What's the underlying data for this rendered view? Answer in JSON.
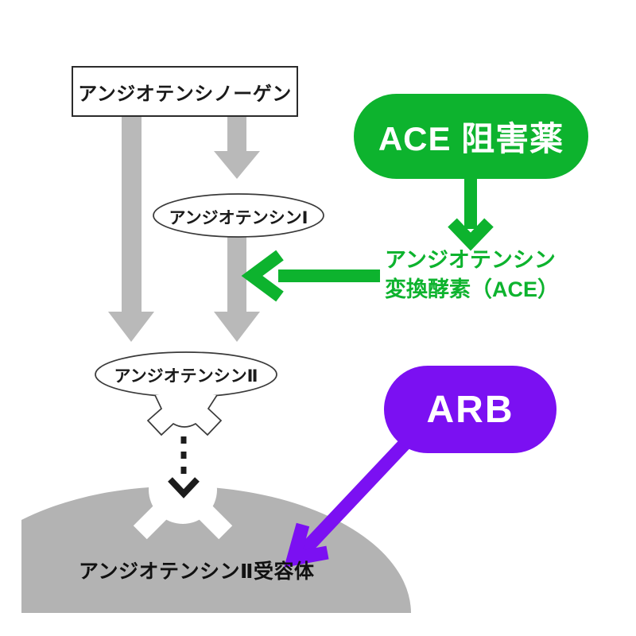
{
  "colors": {
    "green": "#0db32e",
    "purple": "#7b10f2",
    "arrow_gray": "#b9b9b9",
    "membrane_gray": "#b3b3b3"
  },
  "nodes": {
    "angiotensinogen": "アンジオテンシノーゲン",
    "angiotensin_i": "アンジオテンシンⅠ",
    "angiotensin_ii": "アンジオテンシンⅡ",
    "ace_enzyme_line1": "アンジオテンシン",
    "ace_enzyme_line2": "変換酵素（ACE）",
    "receptor": "アンジオテンシンⅡ受容体"
  },
  "drugs": {
    "ace_inhibitor": "ACE 阻害薬",
    "arb": "ARB"
  }
}
